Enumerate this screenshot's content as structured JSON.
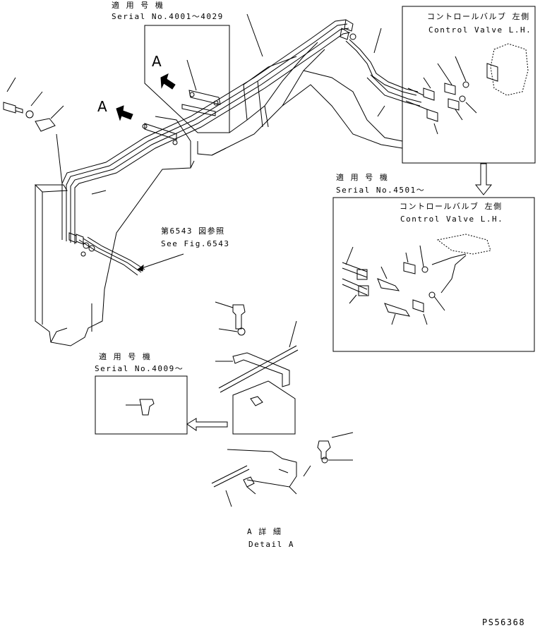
{
  "callouts": {
    "top": {
      "applicable_models": "適 用 号 機",
      "serial": "Serial No.4001～4029"
    },
    "right_top": {
      "title_jp": "コントロールバルブ 左側",
      "title_en": "Control Valve L.H."
    },
    "right_bottom": {
      "applicable_models": "適 用 号 機",
      "serial": "Serial No.4501～",
      "title_jp": "コントロールバルブ 左側",
      "title_en": "Control Valve L.H."
    },
    "bottom_left": {
      "applicable_models": "適 用 号 機",
      "serial": "Serial No.4009～"
    }
  },
  "references": {
    "fig_jp": "第6543 図参照",
    "fig_en": "See Fig.6543"
  },
  "view_markers": {
    "arrow_a_1": "A",
    "arrow_a_2": "A"
  },
  "detail": {
    "title_jp": "A 詳 細",
    "title_en": "Detail A"
  },
  "figure_id": "PS56368"
}
